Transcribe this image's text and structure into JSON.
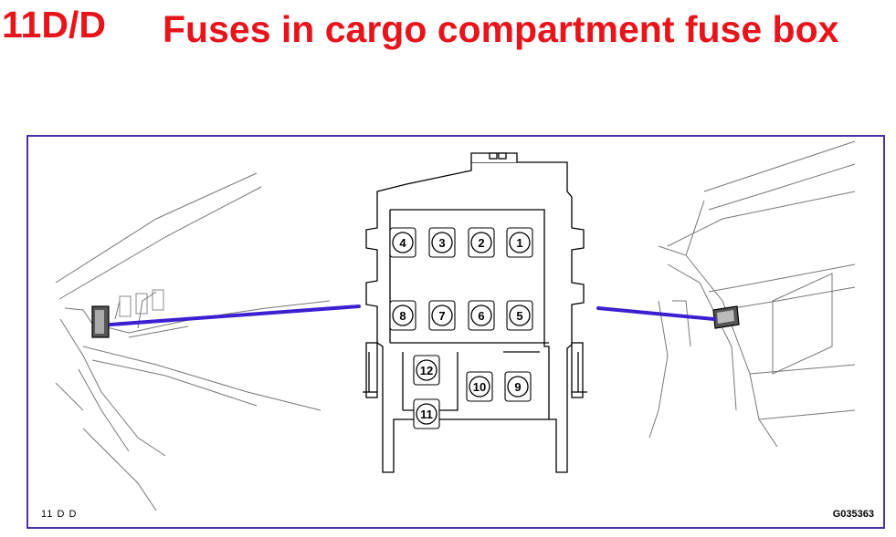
{
  "header": {
    "code": "11D/D",
    "title": "Fuses in cargo compartment fuse box"
  },
  "figure": {
    "label": "11 D D",
    "id": "G035363",
    "frame_color": "#4b2fa6",
    "leader_color": "#3c1fd0"
  },
  "fuses": [
    {
      "number": "4",
      "row": 1,
      "col": 1
    },
    {
      "number": "3",
      "row": 1,
      "col": 2
    },
    {
      "number": "2",
      "row": 1,
      "col": 3
    },
    {
      "number": "1",
      "row": 1,
      "col": 4
    },
    {
      "number": "8",
      "row": 2,
      "col": 1
    },
    {
      "number": "7",
      "row": 2,
      "col": 2
    },
    {
      "number": "6",
      "row": 2,
      "col": 3
    },
    {
      "number": "5",
      "row": 2,
      "col": 4
    },
    {
      "number": "12",
      "row": 3,
      "col": 1
    },
    {
      "number": "10",
      "row": 3,
      "col": 3
    },
    {
      "number": "9",
      "row": 3,
      "col": 4
    },
    {
      "number": "11",
      "row": 4,
      "col": 1
    }
  ]
}
